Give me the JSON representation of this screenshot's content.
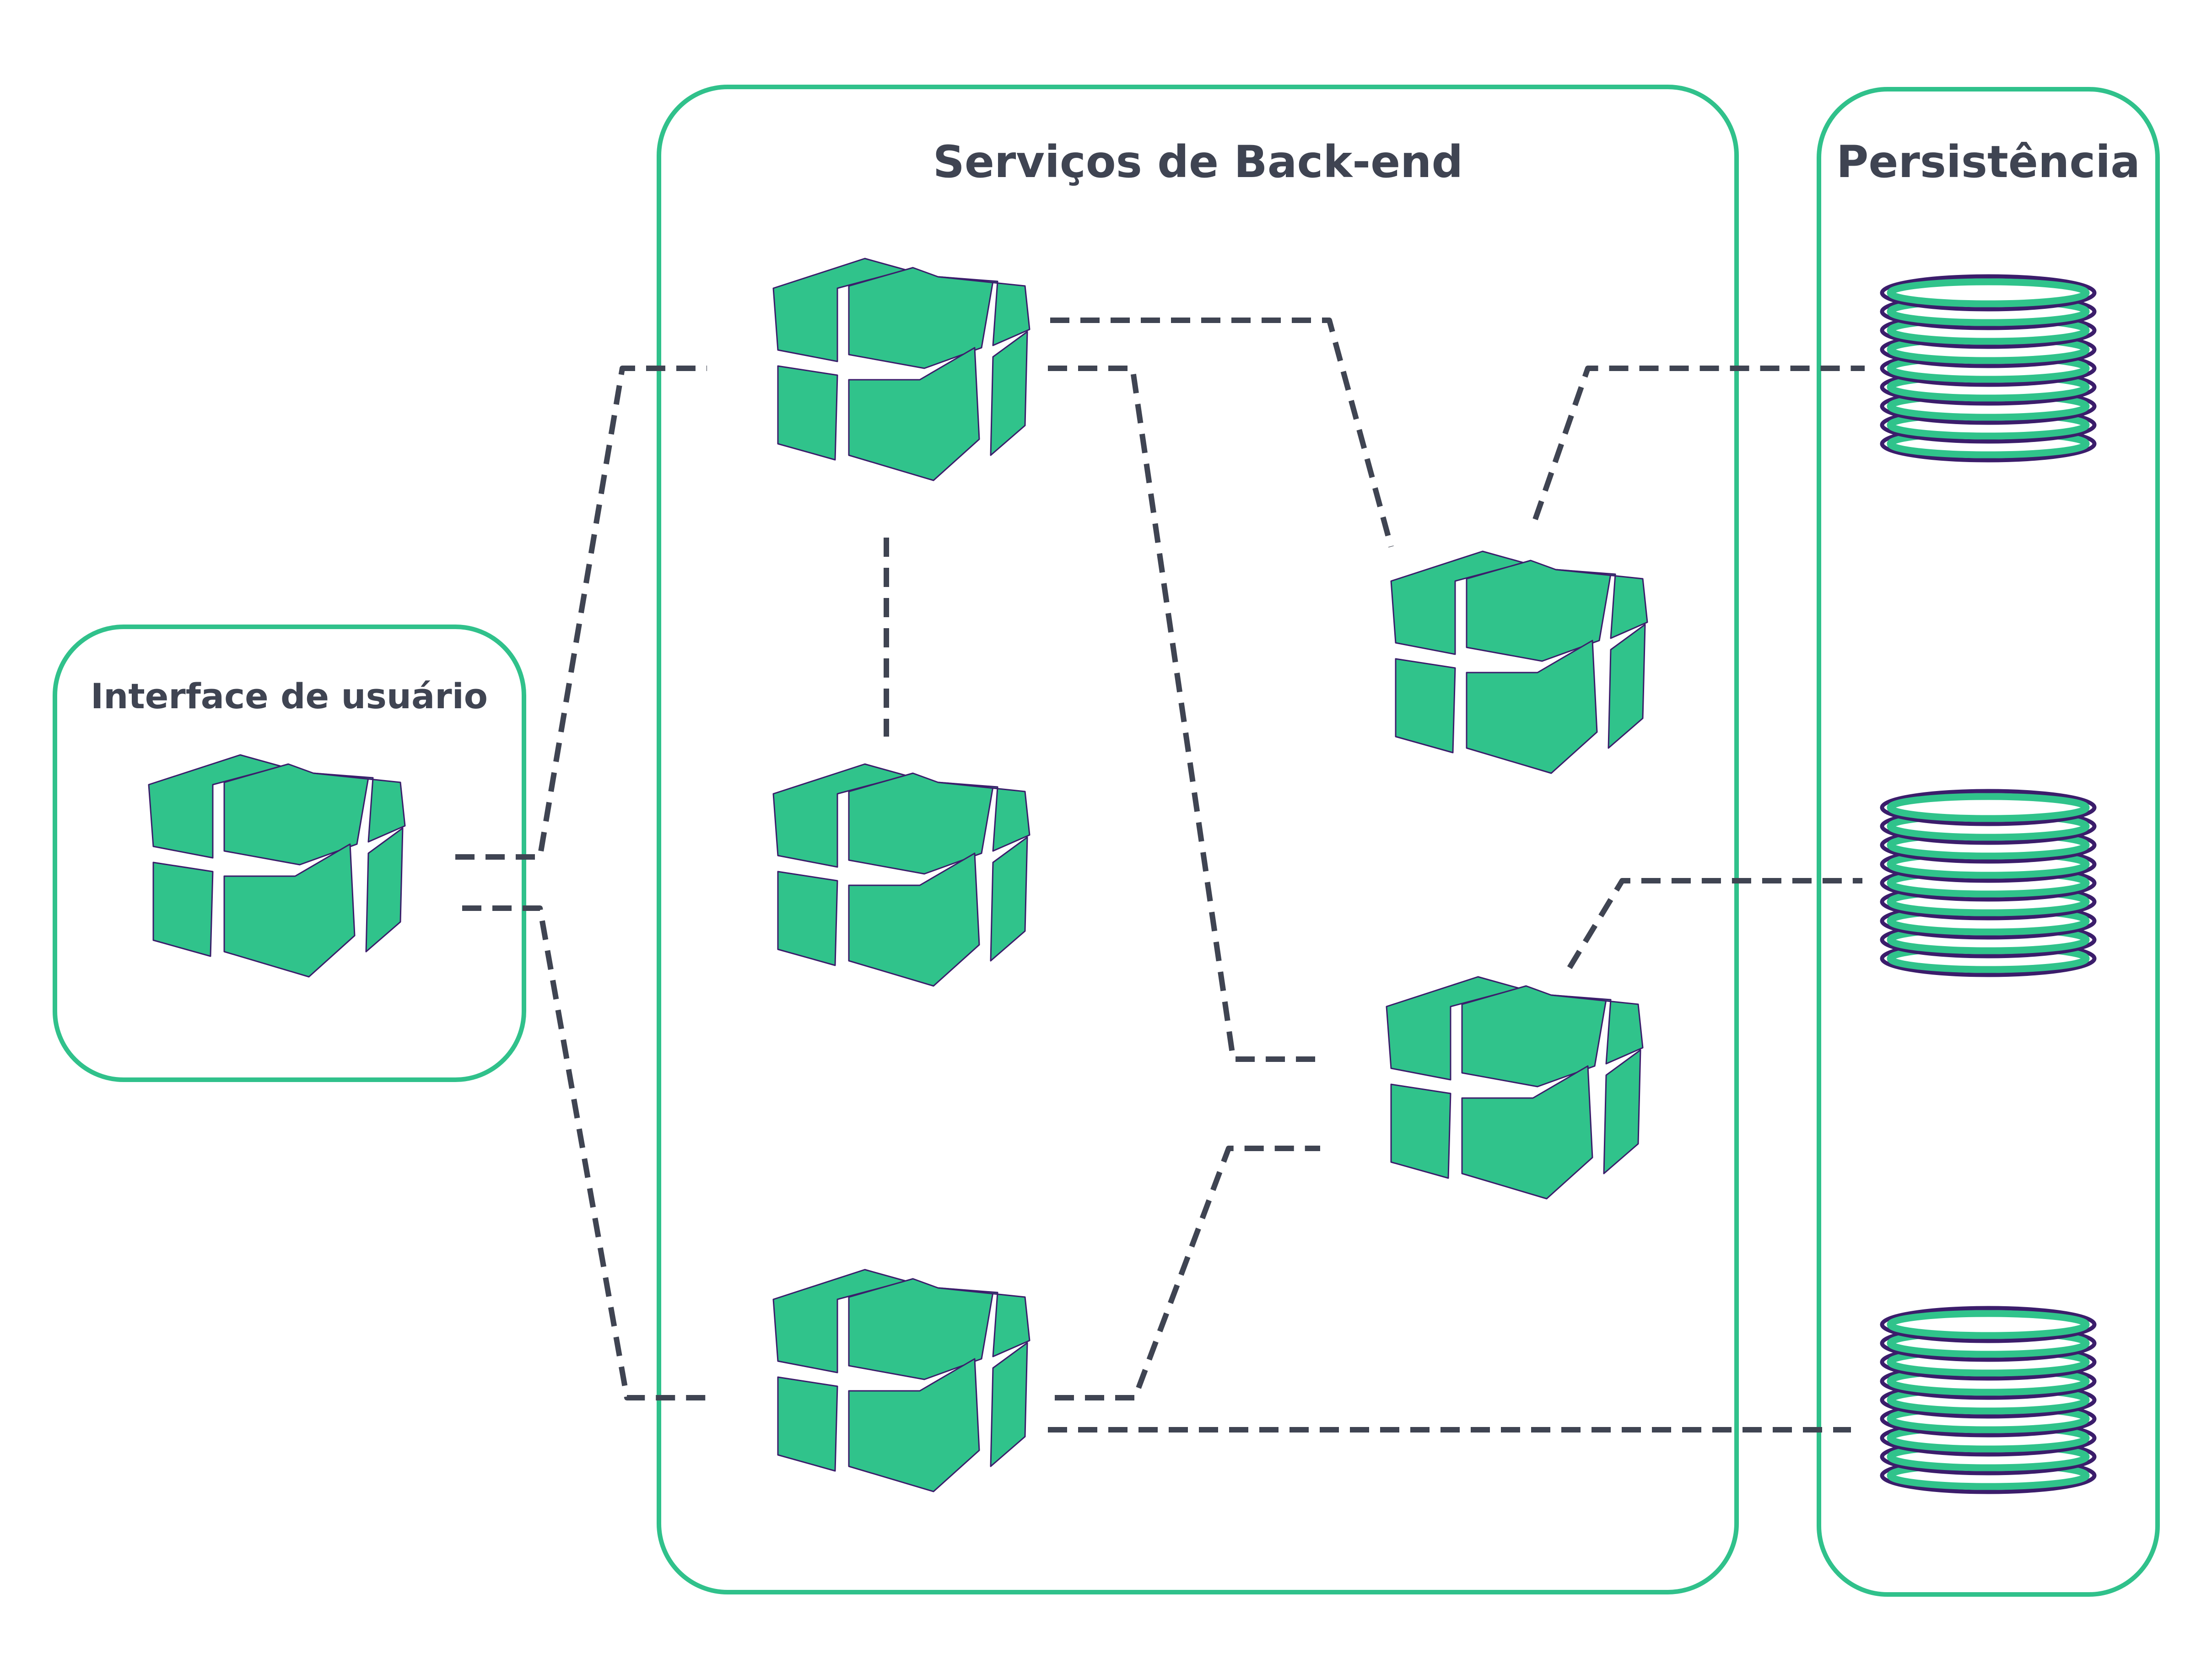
{
  "groups": {
    "frontend": {
      "title": "Interface de usuário"
    },
    "backend": {
      "title": "Serviços de Back-end"
    },
    "persistence": {
      "title": "Persistência"
    }
  },
  "nodes": [
    {
      "id": "ui",
      "kind": "service",
      "group": "frontend"
    },
    {
      "id": "svc-a",
      "kind": "service",
      "group": "backend"
    },
    {
      "id": "svc-b",
      "kind": "service",
      "group": "backend"
    },
    {
      "id": "svc-c",
      "kind": "service",
      "group": "backend"
    },
    {
      "id": "svc-d",
      "kind": "service",
      "group": "backend"
    },
    {
      "id": "svc-e",
      "kind": "service",
      "group": "backend"
    },
    {
      "id": "db-1",
      "kind": "database",
      "group": "persistence"
    },
    {
      "id": "db-2",
      "kind": "database",
      "group": "persistence"
    },
    {
      "id": "db-3",
      "kind": "database",
      "group": "persistence"
    }
  ],
  "edges": [
    {
      "from": "ui",
      "to": "svc-a"
    },
    {
      "from": "ui",
      "to": "svc-c"
    },
    {
      "from": "svc-a",
      "to": "svc-b"
    },
    {
      "from": "svc-a",
      "to": "svc-d"
    },
    {
      "from": "svc-a",
      "to": "svc-e"
    },
    {
      "from": "svc-d",
      "to": "db-1"
    },
    {
      "from": "svc-e",
      "to": "db-2"
    },
    {
      "from": "svc-c",
      "to": "svc-e"
    },
    {
      "from": "svc-c",
      "to": "db-3"
    }
  ],
  "colors": {
    "accent": "#30c18b",
    "node_fill": "#30c38b",
    "node_outline": "#3b1d6b",
    "connector": "#3f4452",
    "title_text": "#3f4452",
    "background": "#ffffff"
  }
}
